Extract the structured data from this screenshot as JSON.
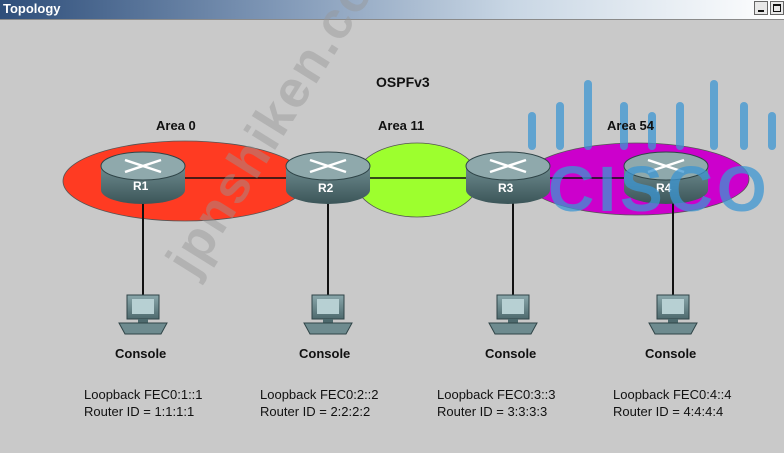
{
  "window": {
    "title": "Topology"
  },
  "diagram": {
    "protocol": "OSPFv3",
    "areas": [
      "Area 0",
      "Area 11",
      "Area 54"
    ],
    "routers": [
      "R1",
      "R2",
      "R3",
      "R4"
    ],
    "console_label": "Console",
    "loopbacks": [
      "Loopback FEC0:1::1",
      "Loopback FEC0:2::2",
      "Loopback FEC0:3::3",
      "Loopback FEC0:4::4"
    ],
    "router_ids": [
      "Router ID = 1:1:1:1",
      "Router ID = 2:2:2:2",
      "Router ID = 3:3:3:3",
      "Router ID = 4:4:4:4"
    ]
  },
  "watermark": {
    "site": "jpnshiken.com",
    "brand": "CISCO"
  },
  "colors": {
    "area0": "#ff3b22",
    "area11": "#9dff2e",
    "area54": "#cc00cc"
  }
}
